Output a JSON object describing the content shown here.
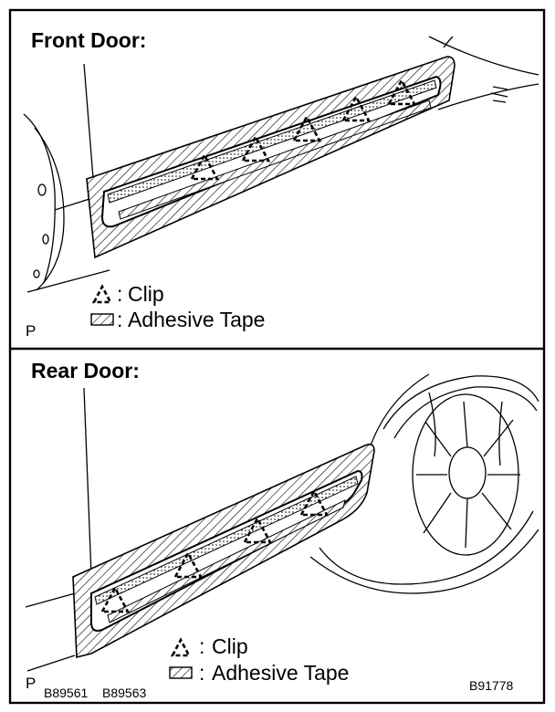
{
  "panels": {
    "front": {
      "title": "Front Door:",
      "legend_clip": "Clip",
      "legend_tape": "Adhesive Tape",
      "legend_sep": ":",
      "marker": "P"
    },
    "rear": {
      "title": "Rear Door:",
      "legend_clip": "Clip",
      "legend_tape": "Adhesive Tape",
      "legend_sep": ":",
      "marker": "P"
    }
  },
  "codes": {
    "left": "B89561",
    "middle": "B89563",
    "right": "B91778"
  },
  "icons": {
    "clip": "dashed-triangle-icon",
    "tape": "hatched-rectangle-icon"
  }
}
